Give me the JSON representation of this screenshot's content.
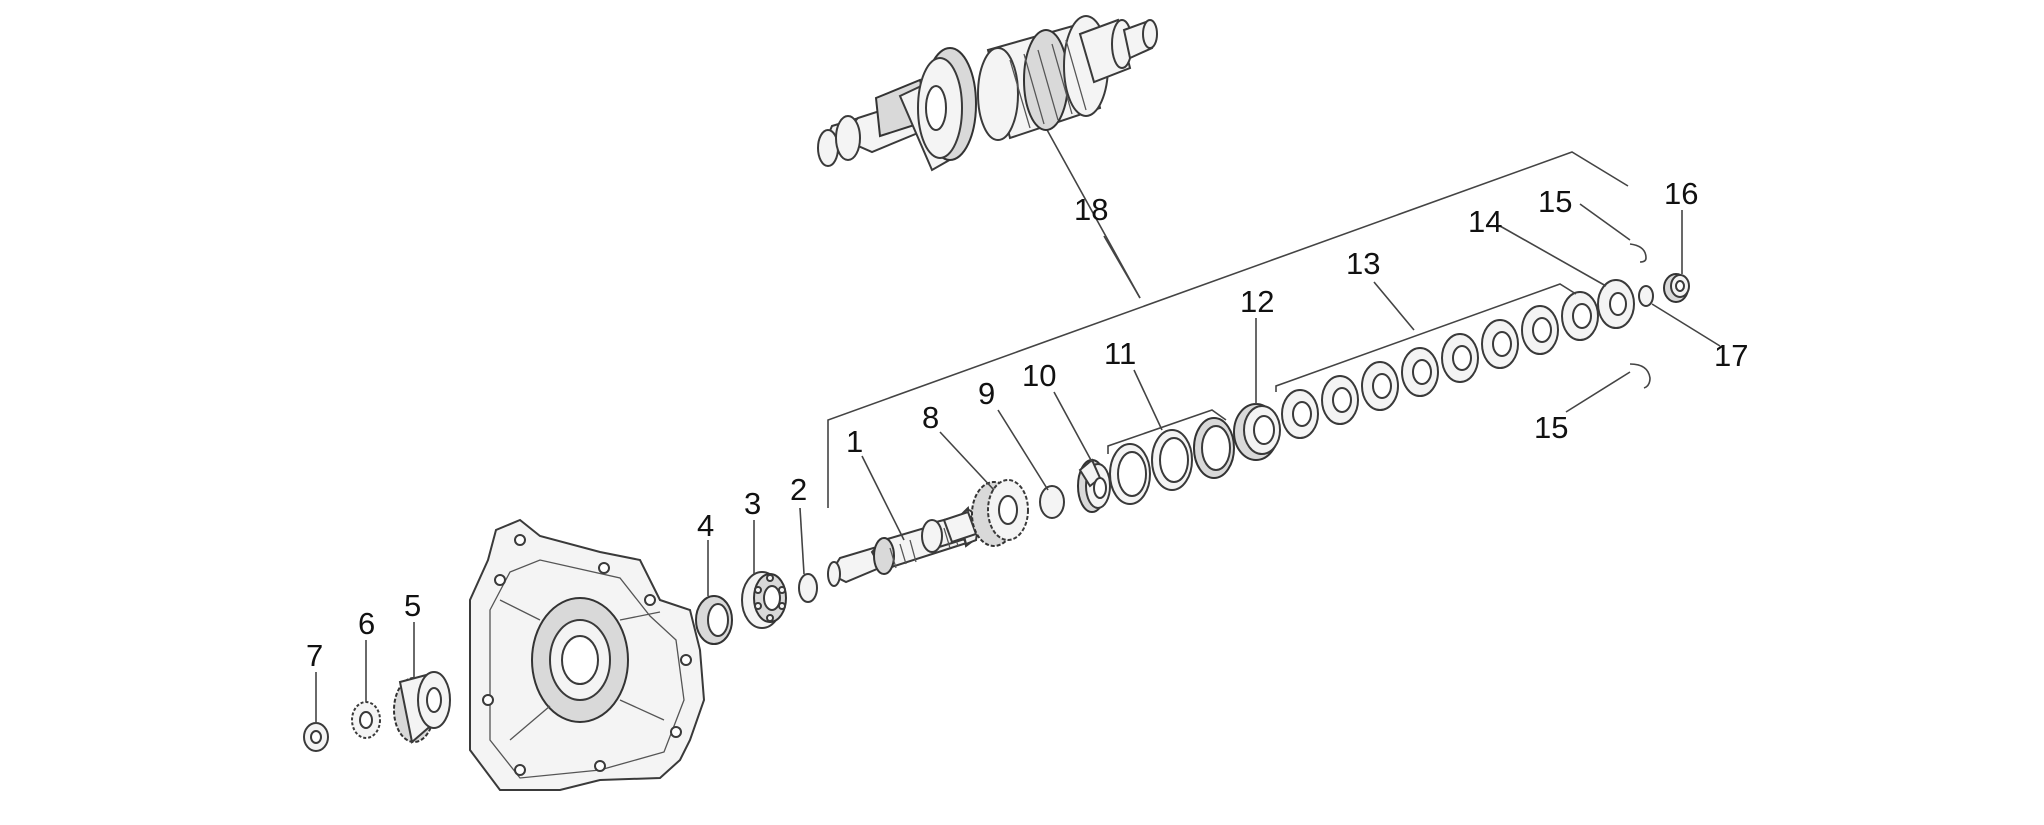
{
  "labels": {
    "p1": "1",
    "p2": "2",
    "p3": "3",
    "p4": "4",
    "p5": "5",
    "p6": "6",
    "p7": "7",
    "p8": "8",
    "p9": "9",
    "p10": "10",
    "p11": "11",
    "p12": "12",
    "p13": "13",
    "p14": "14",
    "p15a": "15",
    "p15b": "15",
    "p16": "16",
    "p17": "17",
    "p18": "18"
  },
  "colors": {
    "line": "#3a3a3a",
    "fill": "#f4f4f4",
    "background": "#ffffff"
  }
}
